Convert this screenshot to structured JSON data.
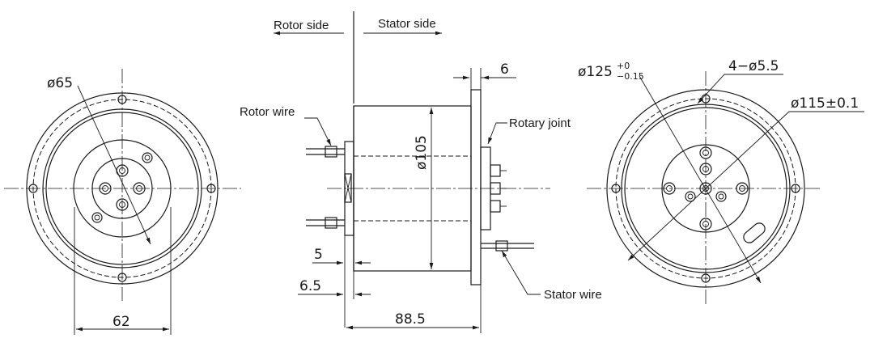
{
  "labels": {
    "rotor_side": "Rotor side",
    "stator_side": "Stator side",
    "rotor_wire": "Rotor wire",
    "stator_wire": "Stator wire",
    "rotary_joint": "Rotary joint"
  },
  "dimensions": {
    "rotor_face_dia": "ø65",
    "rotor_pcd": "62",
    "body_dia": "ø105",
    "flange_thk": "6",
    "shaft_len_5": "5",
    "shaft_len_6_5": "6.5",
    "total_len": "88.5",
    "flange_dia": "ø125",
    "flange_tol_upper": "+0",
    "flange_tol_lower": "−0.15",
    "holes": "4−ø5.5",
    "hole_pcd": "ø115±0.1"
  }
}
